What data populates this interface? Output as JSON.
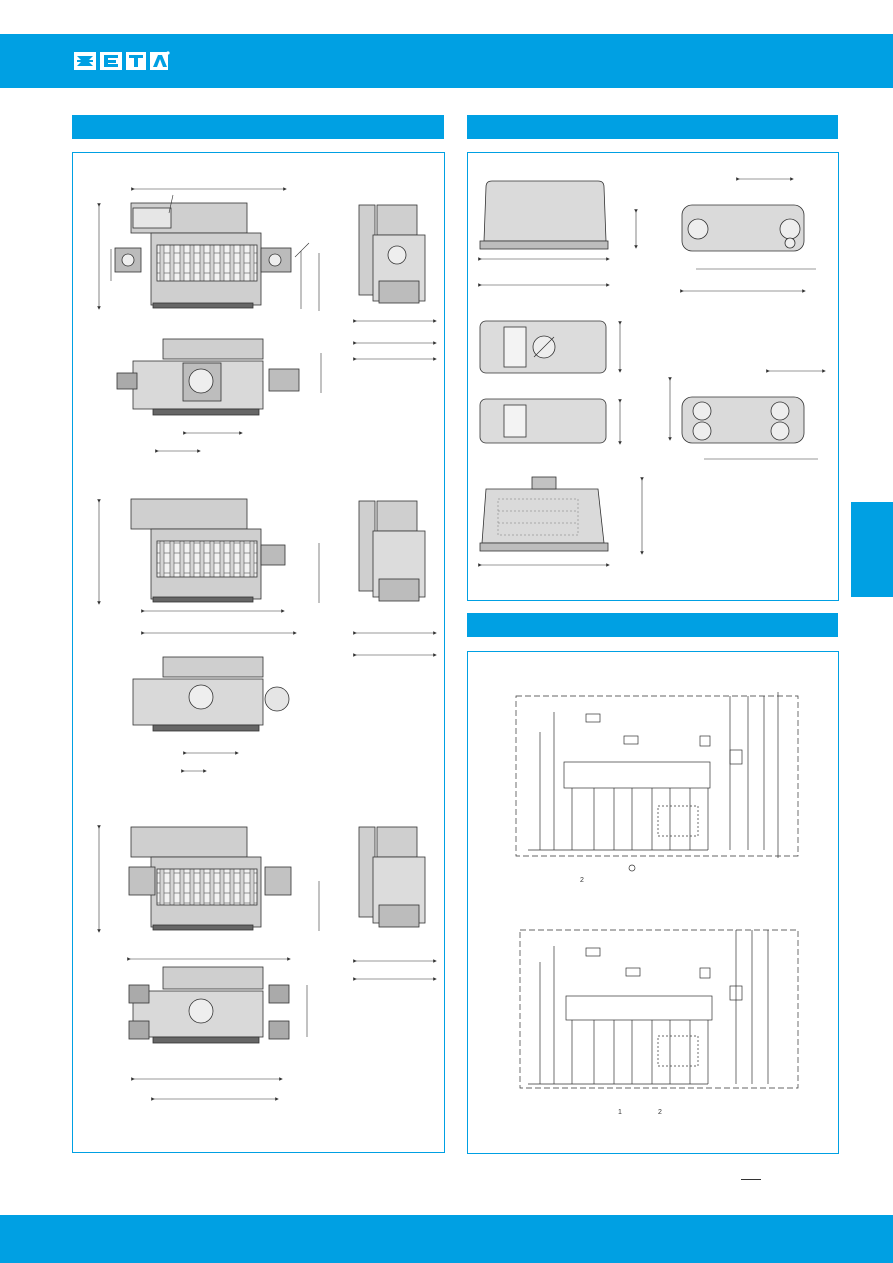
{
  "colors": {
    "accent": "#00a0e3",
    "line": "#333333",
    "fill": "#cfcfcf",
    "dark": "#555555"
  },
  "brand": {
    "logo_name": "eta-logo",
    "logo_text": "E-T-A"
  },
  "sections": [
    {
      "name": "left-dimensions-section",
      "heading": ""
    },
    {
      "name": "right-dimensions-section",
      "heading": ""
    },
    {
      "name": "schematics-section",
      "heading": ""
    }
  ],
  "schematic_labels": {
    "top_ground_mark": "2",
    "bottom_mark_a": "1",
    "bottom_mark_b": "2"
  },
  "page_marker": ""
}
